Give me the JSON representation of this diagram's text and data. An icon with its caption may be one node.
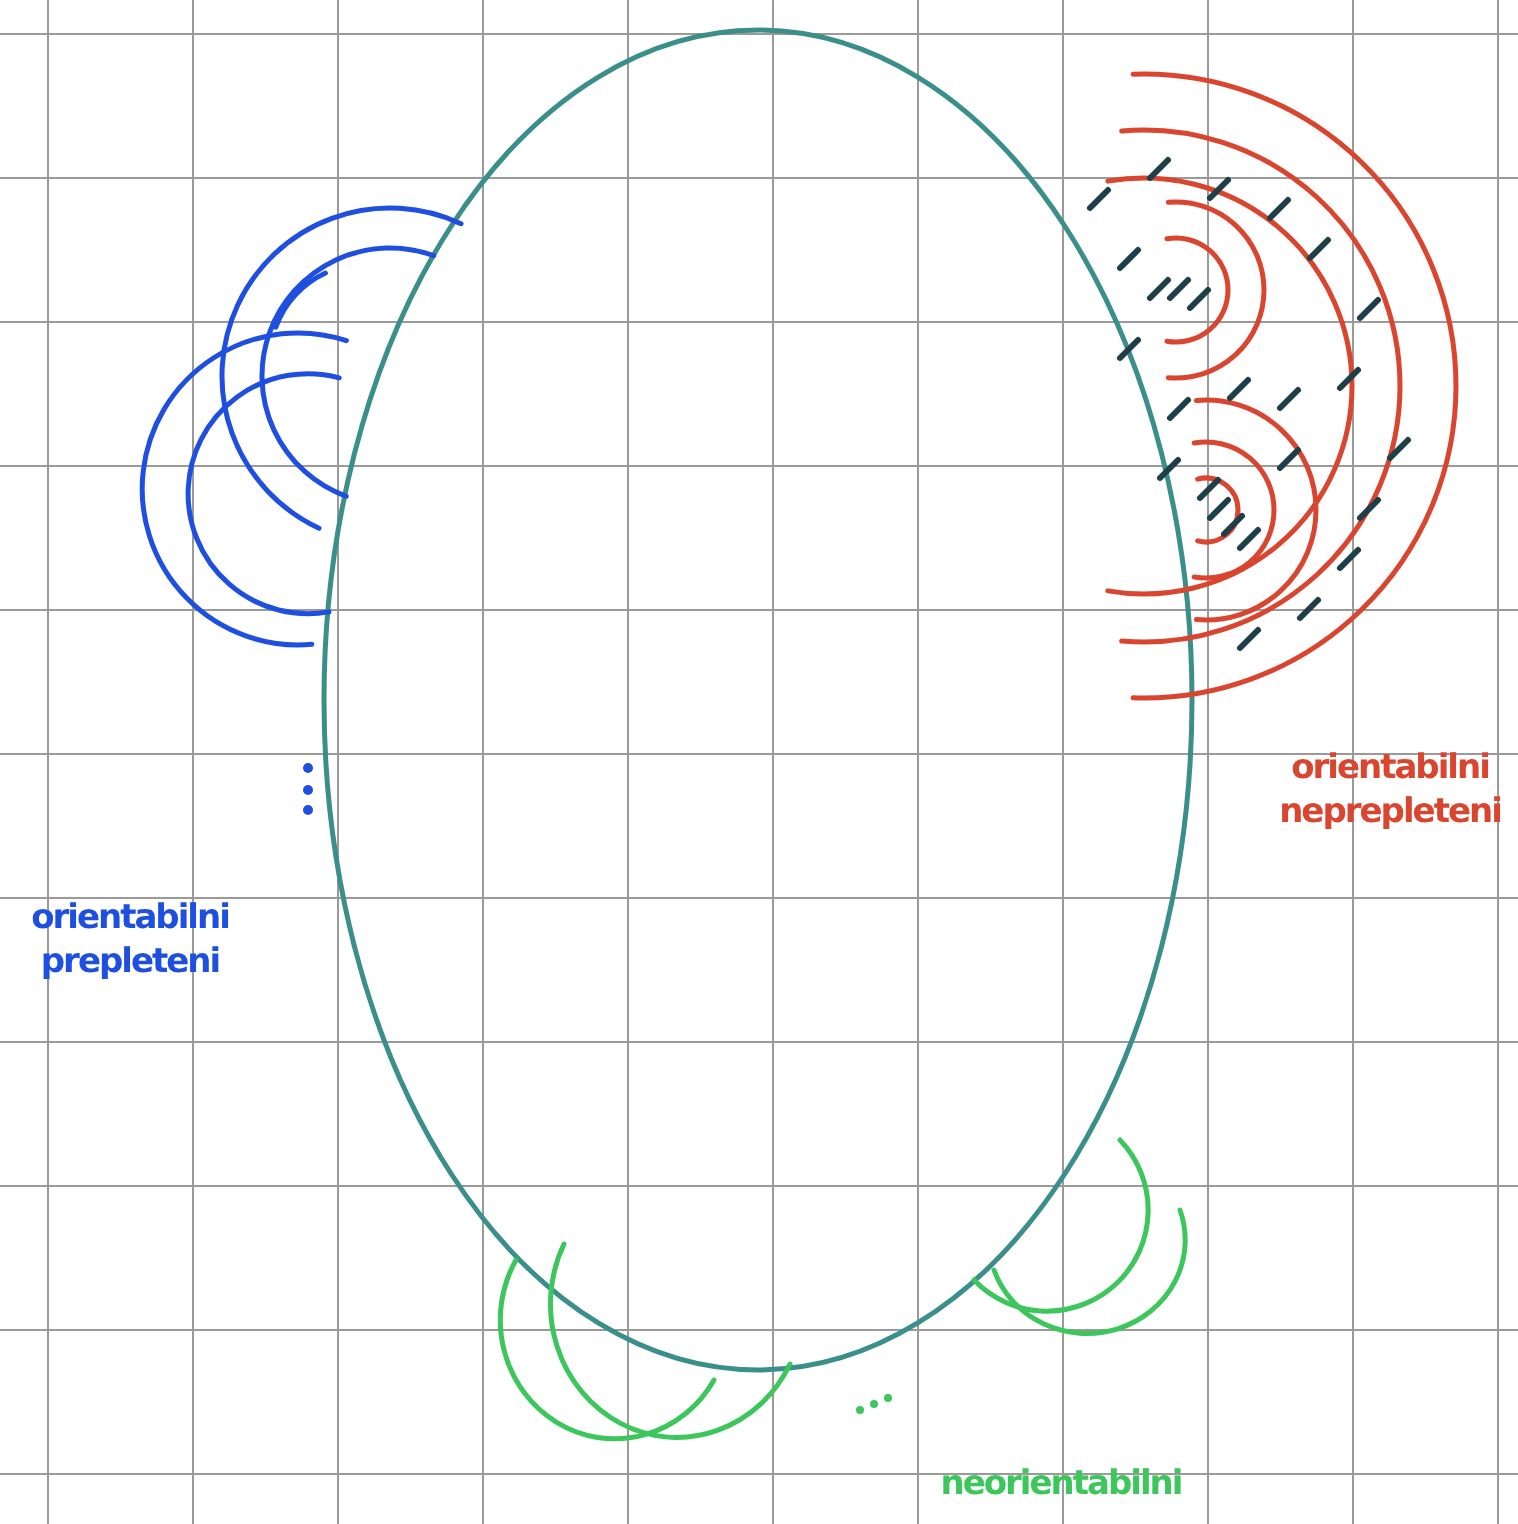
{
  "diagram": {
    "labels": [
      "orientabilni neprepleteni",
      "orientabilni prepleteni",
      "neorientabilni"
    ]
  }
}
